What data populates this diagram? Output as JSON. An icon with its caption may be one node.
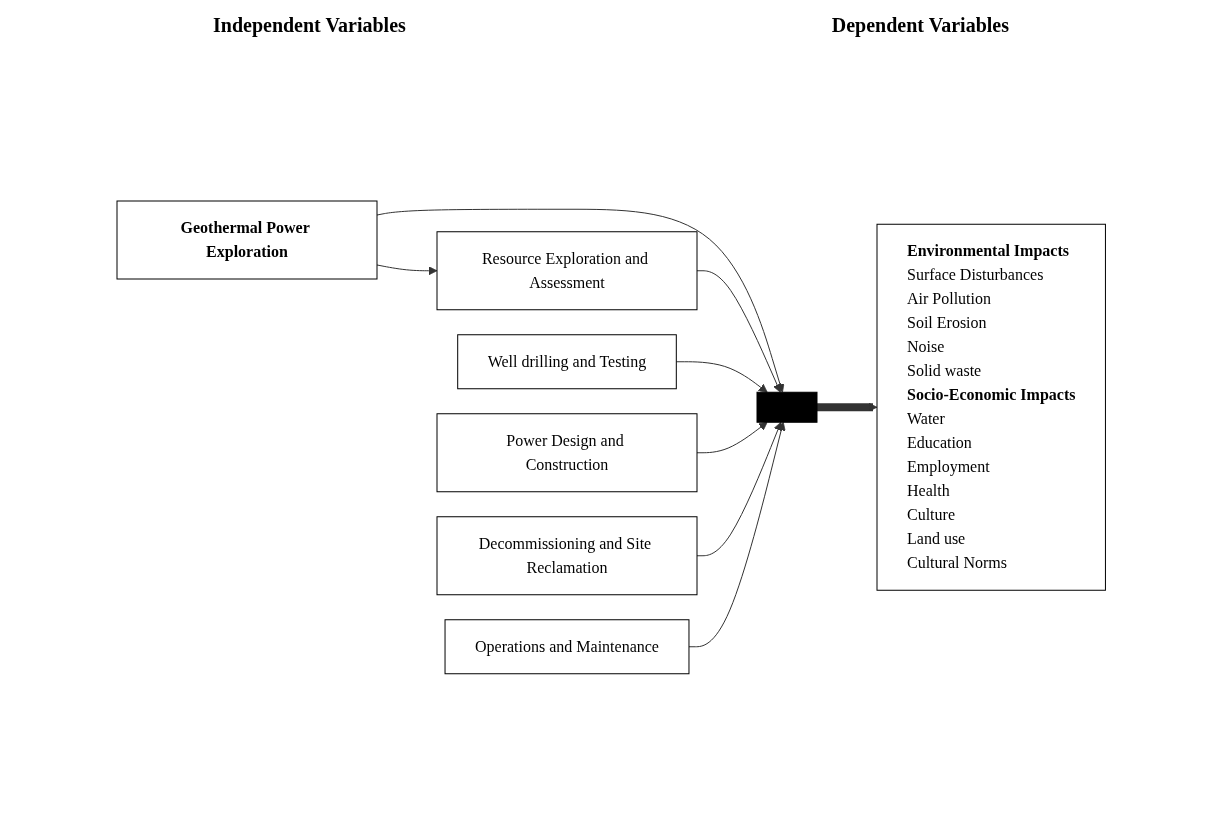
{
  "diagram": {
    "nodes": [
      {
        "text": [
          "Geothermal Power Exploration"
        ]
      },
      {
        "text": [
          "Resource Exploration and Assessment"
        ]
      },
      {
        "text": [
          "Well drilling and Testing"
        ]
      },
      {
        "text": [
          "Power Design and Construction"
        ]
      },
      {
        "text": [
          "Decommissioning and Site Reclamation"
        ]
      },
      {
        "text": [
          "Operations and Maintenance"
        ]
      },
      {
        "text": [],
        "shape": "bar"
      },
      {
        "text": [
          "Environmental Impacts",
          "Surface Disturbances",
          "Air Pollution",
          "Soil Erosion",
          "Noise",
          "Solid waste",
          "Socio-Economic Impacts",
          "Water",
          "Education",
          "Employment",
          "Health",
          "Culture",
          "Land use",
          "Cultural Norms"
        ]
      }
    ],
    "edges": [
      {
        "from": 0,
        "to": 1,
        "arrow": "to"
      },
      {
        "from": 0,
        "to": 6,
        "arrow": "to"
      },
      {
        "from": 1,
        "to": 6,
        "arrow": "to"
      },
      {
        "from": 2,
        "to": 6,
        "arrow": "to"
      },
      {
        "from": 3,
        "to": 6,
        "arrow": "to"
      },
      {
        "from": 4,
        "to": 6,
        "arrow": "to"
      },
      {
        "from": 5,
        "to": 6,
        "arrow": "to"
      },
      {
        "from": 6,
        "to": 7,
        "arrow": "to",
        "style": "thick"
      }
    ],
    "labels": [
      "Independent Variables",
      "Dependent Variables"
    ]
  }
}
